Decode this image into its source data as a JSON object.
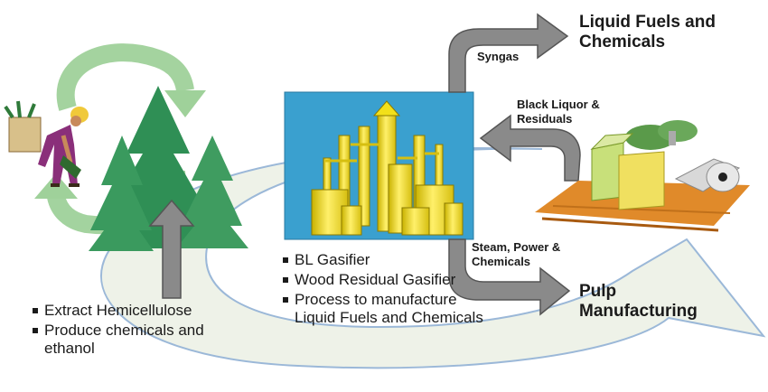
{
  "labels": {
    "liquid_fuels": "Liquid Fuels and Chemicals",
    "syngas": "Syngas",
    "black_liquor": "Black Liquor & Residuals",
    "steam_power": "Steam, Power & Chemicals",
    "pulp": "Pulp Manufacturing"
  },
  "center_bullets": [
    "BL Gasifier",
    "Wood Residual Gasifier",
    "Process to manufacture Liquid Fuels and Chemicals"
  ],
  "left_bullets": [
    "Extract Hemicellulose",
    "Produce chemicals and ethanol"
  ],
  "colors": {
    "cycle_fill": "#eef2e8",
    "cycle_outline": "#9bb8d8",
    "green_arrows": "#9fd19a",
    "gray_arrow": "#8a8a8a",
    "gasifier_bg": "#3aa0cf",
    "gasifier_yellow": "#f2e01a",
    "tree_green": "#2f8f55",
    "lumber": "#e08a2a"
  },
  "icons": [
    "forester-figure",
    "trees",
    "gasifier-plant",
    "pulp-products"
  ]
}
